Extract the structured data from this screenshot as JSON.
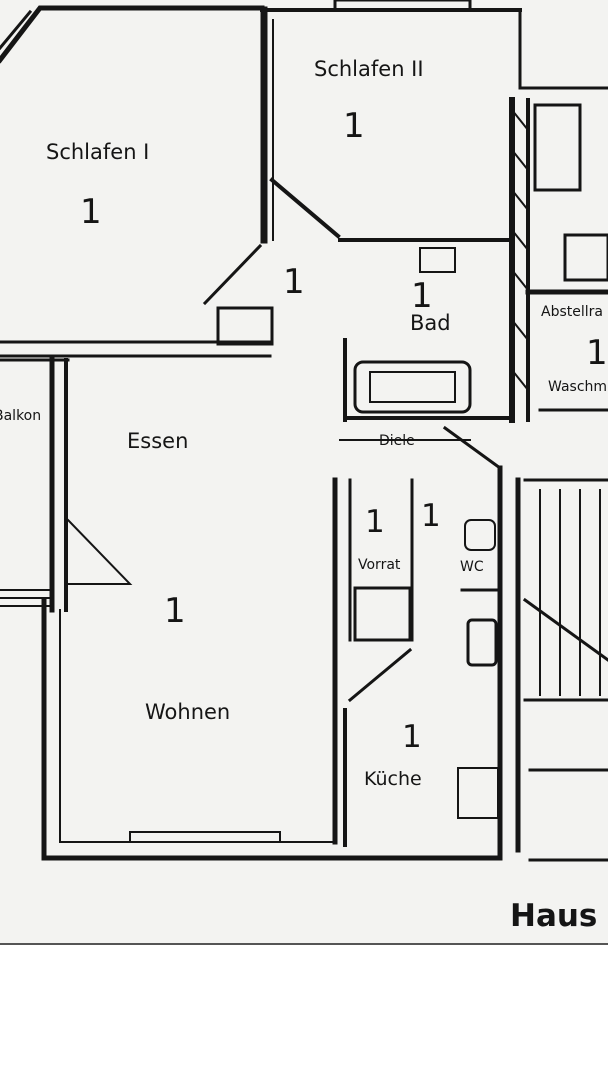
{
  "rooms": {
    "schlafen1": {
      "label": "Schlafen I",
      "count": "1"
    },
    "schlafen2": {
      "label": "Schlafen II",
      "count": "1"
    },
    "flur": {
      "count": "1"
    },
    "bad": {
      "label": "Bad",
      "count": "1"
    },
    "abstellraum": {
      "label": "Abstellra",
      "count": "1"
    },
    "waschmaschine": {
      "label": "Waschm"
    },
    "balkon": {
      "label": "Balkon"
    },
    "essen": {
      "label": "Essen"
    },
    "diele": {
      "label": "Diele"
    },
    "vorrat": {
      "label": "Vorrat",
      "count": "1"
    },
    "wc": {
      "label": "WC",
      "count": "1"
    },
    "wohnen": {
      "label": "Wohnen",
      "count": "1"
    },
    "kueche": {
      "label": "Küche",
      "count": "1"
    }
  },
  "footer": {
    "house": "Haus"
  },
  "colors": {
    "ink": "#151515",
    "paper": "#f3f3f1",
    "background": "#ffffff"
  }
}
